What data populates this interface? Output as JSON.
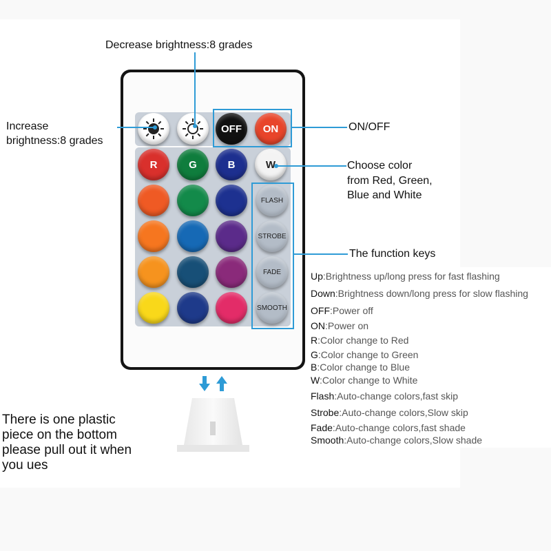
{
  "callouts": {
    "decrease": "Decrease brightness:8 grades",
    "increase_1": "Increase",
    "increase_2": "brightness:8 grades",
    "onoff": "ON/OFF",
    "choose_1": "Choose color",
    "choose_2": "from Red, Green,",
    "choose_3": "Blue and White",
    "function_keys": "The function keys"
  },
  "remote": {
    "top_row": [
      {
        "label": "",
        "icon": "brightness-up-icon",
        "color": "#ffffff"
      },
      {
        "label": "",
        "icon": "brightness-down-icon",
        "color": "#ffffff"
      },
      {
        "label": "OFF",
        "color": "#111111"
      },
      {
        "label": "ON",
        "color": "#e8452a"
      }
    ],
    "color_rows": [
      [
        {
          "label": "R",
          "color": "#d9302c"
        },
        {
          "label": "G",
          "color": "#0f7d3d"
        },
        {
          "label": "B",
          "color": "#1d2f8f"
        },
        {
          "label": "W",
          "color": "#f3f3f3"
        }
      ],
      [
        {
          "label": "",
          "color": "#ef5a24"
        },
        {
          "label": "",
          "color": "#138a4a"
        },
        {
          "label": "",
          "color": "#1d3190"
        }
      ],
      [
        {
          "label": "",
          "color": "#f6761f"
        },
        {
          "label": "",
          "color": "#1669b5"
        },
        {
          "label": "",
          "color": "#5b2b8a"
        }
      ],
      [
        {
          "label": "",
          "color": "#f6931e"
        },
        {
          "label": "",
          "color": "#174f77"
        },
        {
          "label": "",
          "color": "#8a2a7a"
        }
      ],
      [
        {
          "label": "",
          "color": "#f9d81a"
        },
        {
          "label": "",
          "color": "#1e3a8a"
        },
        {
          "label": "",
          "color": "#e32c68"
        }
      ]
    ],
    "function_buttons": [
      "FLASH",
      "STROBE",
      "FADE",
      "SMOOTH"
    ]
  },
  "legend": [
    {
      "key": "Up",
      "text": ":Brightness up/long press for fast flashing"
    },
    {
      "key": "Down",
      "text": ":Brightness down/long press for slow flashing"
    },
    {
      "key": "OFF",
      "text": ":Power off"
    },
    {
      "key": "ON",
      "text": ":Power on"
    },
    {
      "key": "R",
      "text": ":Color change to Red"
    },
    {
      "key": "G",
      "text": ":Color change to Green"
    },
    {
      "key": "B",
      "text": ":Color change to Blue"
    },
    {
      "key": "W",
      "text": ":Color change to White"
    },
    {
      "key": "Flash",
      "text": ":Auto-change colors,fast skip"
    },
    {
      "key": "Strobe",
      "text": ":Auto-change colors,Slow skip"
    },
    {
      "key": "Fade",
      "text": ":Auto-change colors,fast shade"
    },
    {
      "key": "Smooth",
      "text": ":Auto-change colors,Slow shade"
    }
  ],
  "bottom_note": {
    "line1": "There is one plastic",
    "line2": "piece on the bottom",
    "line3": "please pull out it when",
    "line4": "you ues"
  },
  "accent_color": "#2e9bd6"
}
